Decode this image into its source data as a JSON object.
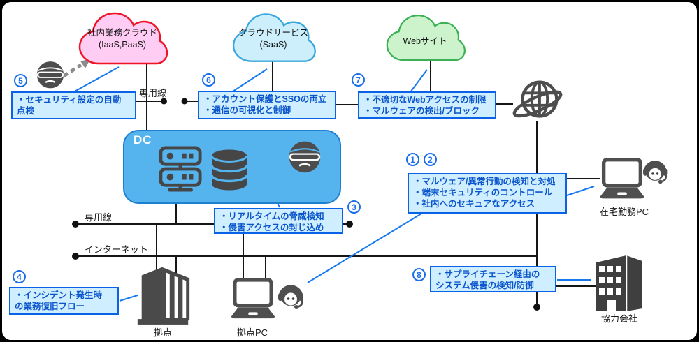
{
  "colors": {
    "annotation_fill": "#cfeeff",
    "annotation_border": "#0a62e6",
    "annotation_text": "#0a55cc",
    "dc_fill": "#55b3ee",
    "dc_border": "#1f7fd0",
    "cloud_internal_fill": "#ffcdf4",
    "cloud_internal_border": "#ee1426",
    "cloud_saas_fill": "#cdeffc",
    "cloud_saas_border": "#3aa7dc",
    "cloud_web_fill": "#cdf3cd",
    "cloud_web_border": "#3cb054",
    "line_black": "#151515",
    "callout_blue": "#1579f2",
    "icon_gray": "#4a4a4a",
    "dashed_arrow_gray": "#8c8c8c"
  },
  "clouds": {
    "internal": {
      "lines": [
        "社内業務クラウド",
        "(IaaS,PaaS)"
      ]
    },
    "saas": {
      "lines": [
        "クラウドサービス",
        "(SaaS)"
      ]
    },
    "web": {
      "lines": [
        "Webサイト"
      ]
    }
  },
  "dc": {
    "label": "DC"
  },
  "line_labels": {
    "dedicated_top": "専用線",
    "dedicated_mid": "専用線",
    "internet": "インターネット"
  },
  "devices": {
    "kyoten": "拠点",
    "kyoten_pc": "拠点PC",
    "remote_pc": "在宅勤務PC",
    "partner": "協力会社"
  },
  "annotations": {
    "a12": {
      "nums": [
        "1",
        "2"
      ],
      "lines": [
        "・マルウェア/異常行動の検知と対処",
        "・端末セキュリティのコントロール",
        "・社内へのセキュアなアクセス"
      ]
    },
    "a3": {
      "num": "3",
      "lines": [
        "・リアルタイムの脅威検知",
        "・侵害アクセスの封じ込め"
      ]
    },
    "a4": {
      "num": "4",
      "lines": [
        "・インシデント発生時",
        "の業務復旧フロー"
      ]
    },
    "a5": {
      "num": "5",
      "lines": [
        "・セキュリティ設定の自動",
        "点検"
      ]
    },
    "a6": {
      "num": "6",
      "lines": [
        "・アカウント保護とSSOの両立",
        "・通信の可視化と制御"
      ]
    },
    "a7": {
      "num": "7",
      "lines": [
        "・不適切なWebアクセスの制限",
        "・マルウェアの検出/ブロック"
      ]
    },
    "a8": {
      "num": "8",
      "lines": [
        "・サプライチェーン経由の",
        "システム侵害の検知/防御"
      ]
    }
  },
  "icons": {
    "attacker": "masked-hacker-icon",
    "globe": "internet-globe-icon",
    "server": "server-rack-icon",
    "database": "database-cylinder-icon",
    "building": "branch-building-icon",
    "office": "partner-office-icon",
    "laptop": "laptop-icon",
    "operator": "headset-person-icon"
  }
}
